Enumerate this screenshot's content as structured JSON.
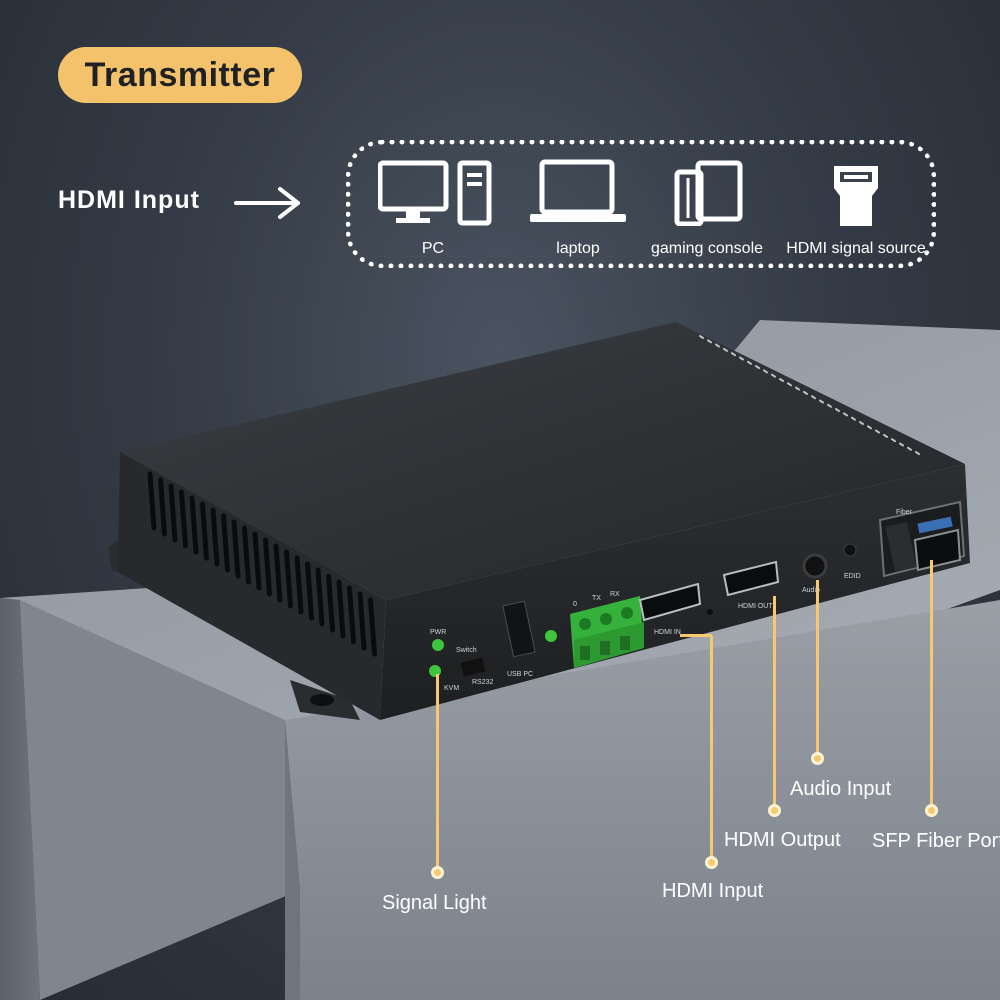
{
  "header": {
    "badge": "Transmitter"
  },
  "input_row": {
    "label": "HDMI Input"
  },
  "sources": [
    {
      "label": "PC",
      "icon": "pc-icon"
    },
    {
      "label": "laptop",
      "icon": "laptop-icon"
    },
    {
      "label": "gaming console",
      "icon": "gaming-console-icon"
    },
    {
      "label": "HDMI signal source",
      "icon": "hdmi-plug-icon"
    }
  ],
  "device_panel": {
    "pwr": "PWR",
    "switch": "Switch",
    "kvm": "KVM",
    "rs232": "RS232",
    "usb_pc": "USB PC",
    "term_0": "0",
    "term_tx": "TX",
    "term_rx": "RX",
    "hdmi_in": "HDMI IN",
    "hdmi_out": "HDMI OUT",
    "audio": "Audio",
    "edid": "EDID",
    "fiber": "Fiber"
  },
  "callouts": {
    "signal_light": "Signal Light",
    "hdmi_input": "HDMI Input",
    "hdmi_output": "HDMI Output",
    "audio_input": "Audio Input",
    "sfp_port": "SFP Fiber Port"
  },
  "colors": {
    "accent": "#f4c26a",
    "led_green": "#39c23a",
    "terminal_green": "#35b23b"
  }
}
